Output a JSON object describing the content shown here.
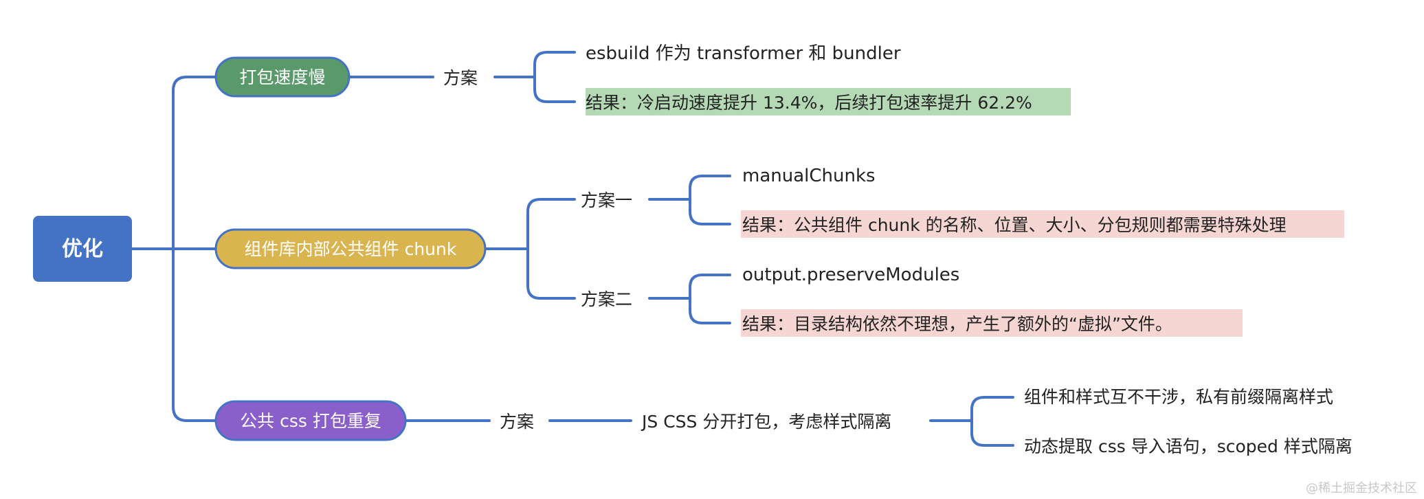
{
  "root": {
    "label": "优化"
  },
  "branches": [
    {
      "label": "打包速度慢",
      "fill": "#5a9a6a",
      "edge": "#4472c4",
      "plans": [
        {
          "label": "方案",
          "children": [
            {
              "text": "esbuild 作为 transformer 和 bundler"
            },
            {
              "text": "结果：冷启动速度提升 13.4%，后续打包速率提升 62.2%",
              "highlight": "#b5d9b5"
            }
          ]
        }
      ]
    },
    {
      "label": "组件库内部公共组件 chunk",
      "fill": "#d9b44f",
      "edge": "#4472c4",
      "plans": [
        {
          "label": "方案一",
          "children": [
            {
              "text": "manualChunks"
            },
            {
              "text": "结果：公共组件 chunk 的名称、位置、大小、分包规则都需要特殊处理",
              "highlight": "#f6d6d3"
            }
          ]
        },
        {
          "label": "方案二",
          "children": [
            {
              "text": "output.preserveModules"
            },
            {
              "text": "结果：目录结构依然不理想，产生了额外的“虚拟”文件。",
              "highlight": "#f6d6d3"
            }
          ]
        }
      ]
    },
    {
      "label": "公共 css 打包重复",
      "fill": "#8b5fc9",
      "edge": "#4472c4",
      "plans": [
        {
          "label": "方案",
          "sub": "JS CSS 分开打包，考虑样式隔离",
          "children": [
            {
              "text": "组件和样式互不干涉，私有前缀隔离样式"
            },
            {
              "text": "动态提取 css 导入语句，scoped 样式隔离"
            }
          ]
        }
      ]
    }
  ],
  "watermark": "@稀土掘金技术社区",
  "colors": {
    "root": "#4472c4",
    "line": "#4472c4",
    "text": "#222222"
  }
}
